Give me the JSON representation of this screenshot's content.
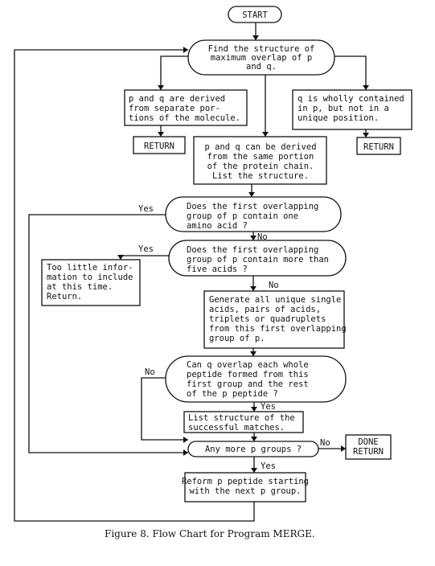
{
  "nodes": {
    "start": [
      "START"
    ],
    "find": [
      "Find the structure of",
      "maximum overlap of p",
      "and q."
    ],
    "separate": [
      "p and q are derived",
      "from separate por-",
      "tions of the molecule."
    ],
    "return_left": [
      "RETURN"
    ],
    "same": [
      "p and q can be derived",
      "from the same portion",
      "of the protein chain.",
      "List the structure."
    ],
    "contained": [
      "q is wholly contained",
      "in p, but not in a",
      "unique position."
    ],
    "return_right": [
      "RETURN"
    ],
    "first_one": [
      "Does the first overlapping",
      "group of p contain one",
      "amino acid ?"
    ],
    "first_five": [
      "Does the first overlapping",
      "group of p contain more than",
      "five acids ?"
    ],
    "too_little": [
      "Too little infor-",
      "mation to include",
      "at this time.",
      "Return."
    ],
    "generate": [
      "Generate all unique single",
      "acids, pairs of acids,",
      "triplets or quadruplets",
      "from this first overlapping",
      "group of p."
    ],
    "can_q": [
      "Can q overlap each whole",
      "peptide formed from this",
      "first group and the rest",
      "of the p peptide ?"
    ],
    "list_struct": [
      "List structure of the",
      "successful matches."
    ],
    "any_more": [
      "Any more p groups ?"
    ],
    "done": [
      "DONE",
      "RETURN"
    ],
    "reform": [
      "Reform  p peptide starting",
      "with the next p group."
    ]
  },
  "labels": {
    "yes1": "Yes",
    "no1": "No",
    "yes2": "Yes",
    "no2": "No",
    "no3": "No",
    "yes3": "Yes",
    "no4": "No",
    "yes4": "Yes"
  },
  "caption": "Figure 8.  Flow Chart for Program MERGE."
}
